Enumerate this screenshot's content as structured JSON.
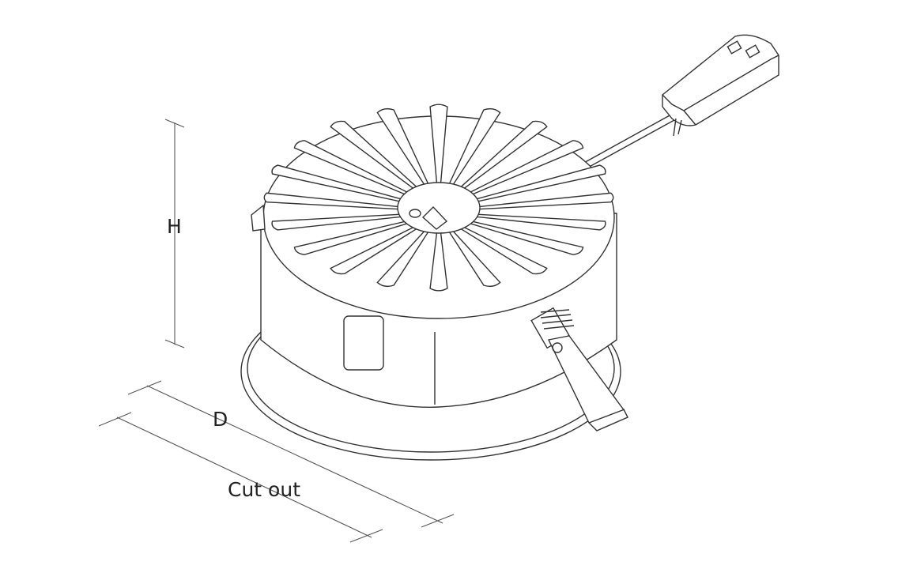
{
  "dimensions": {
    "height_label": "H",
    "depth_label": "D",
    "cutout_label": "Cut out"
  },
  "colors": {
    "line": "#333333",
    "background": "#ffffff"
  },
  "fins": {
    "count": 20
  }
}
